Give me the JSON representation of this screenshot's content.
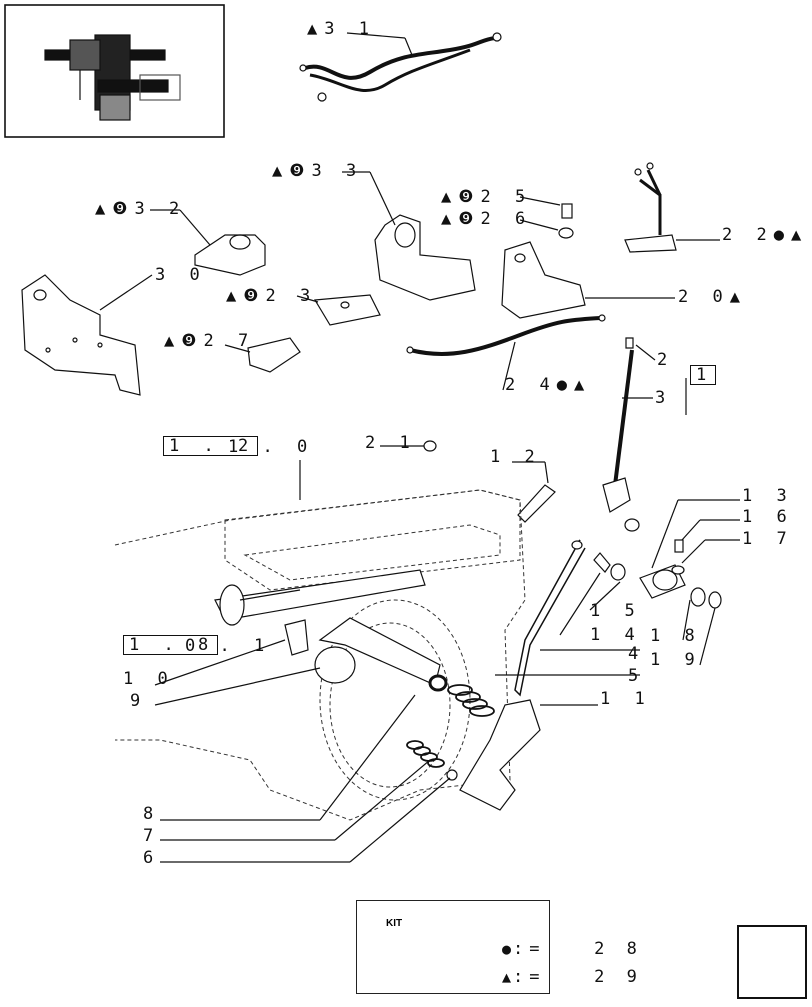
{
  "labels": {
    "l31": "▲3 1",
    "l33": "▲❾3 3",
    "l32": "▲❾3 2",
    "l30": "3 0",
    "l23": "▲❾2 3",
    "l27": "▲❾2 7",
    "l25": "▲❾2 5",
    "l26": "▲❾2 6",
    "l22": "2 2●▲",
    "l20": "2 0▲",
    "l24": "2 4●▲",
    "l2": "2",
    "l3": "3",
    "l1box": "1",
    "l121": "1 . 2",
    "l121b": "1 . 0",
    "l21": "2 1",
    "l12": "1 2",
    "l13": "1 3",
    "l16": "1 6",
    "l17": "1 7",
    "l15": "1 5",
    "l14": "1 4",
    "l18": "1 8",
    "l19": "1 9",
    "l180": "1 . 8",
    "l180b": "0 . 1",
    "l10": "1 0",
    "l9": "9",
    "l4": "4",
    "l5": "5",
    "l11": "1 1",
    "l8": "8",
    "l7": "7",
    "l6": "6"
  },
  "legend": {
    "kit_text": "KIT",
    "circle_symbol": "●",
    "circle_value": ":=   2 8",
    "triangle_symbol": "▲",
    "triangle_value": ":=   2 9"
  },
  "icons": {
    "thumbnail": "assembly-thumbnail",
    "kit": "kit-box-icon",
    "nav": "next-page-arrow-icon"
  }
}
